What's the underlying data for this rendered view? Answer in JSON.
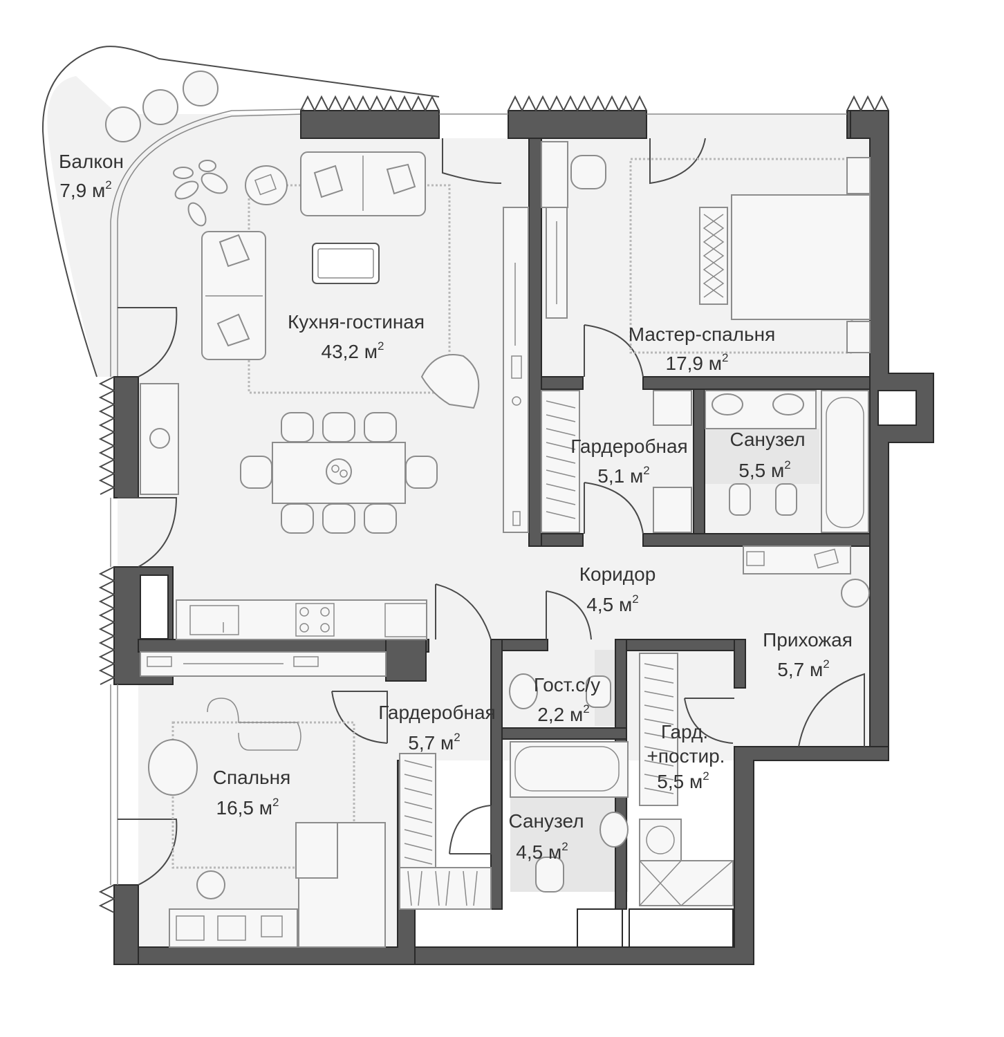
{
  "plan": {
    "rooms": [
      {
        "id": "balcony",
        "name": "Балкон",
        "area": "7,9 м",
        "unit_sup": "2"
      },
      {
        "id": "kitchen-living",
        "name": "Кухня-гостиная",
        "area": "43,2 м",
        "unit_sup": "2"
      },
      {
        "id": "master-bedroom",
        "name": "Мастер-спальня",
        "area": "17,9 м",
        "unit_sup": "2"
      },
      {
        "id": "wardrobe-1",
        "name": "Гардеробная",
        "area": "5,1 м",
        "unit_sup": "2"
      },
      {
        "id": "bathroom-1",
        "name": "Санузел",
        "area": "5,5 м",
        "unit_sup": "2"
      },
      {
        "id": "corridor",
        "name": "Коридор",
        "area": "4,5 м",
        "unit_sup": "2"
      },
      {
        "id": "hallway",
        "name": "Прихожая",
        "area": "5,7 м",
        "unit_sup": "2"
      },
      {
        "id": "guest-wc",
        "name": "Гост.с/у",
        "area": "2,2 м",
        "unit_sup": "2"
      },
      {
        "id": "wardrobe-2",
        "name": "Гардеробная",
        "area": "5,7 м",
        "unit_sup": "2"
      },
      {
        "id": "bedroom",
        "name": "Спальня",
        "area": "16,5 м",
        "unit_sup": "2"
      },
      {
        "id": "bathroom-2",
        "name": "Санузел",
        "area": "4,5 м",
        "unit_sup": "2"
      },
      {
        "id": "laundry",
        "name_line1": "Гард.",
        "name_line2": "+постир.",
        "area": "5,5 м",
        "unit_sup": "2"
      }
    ]
  }
}
